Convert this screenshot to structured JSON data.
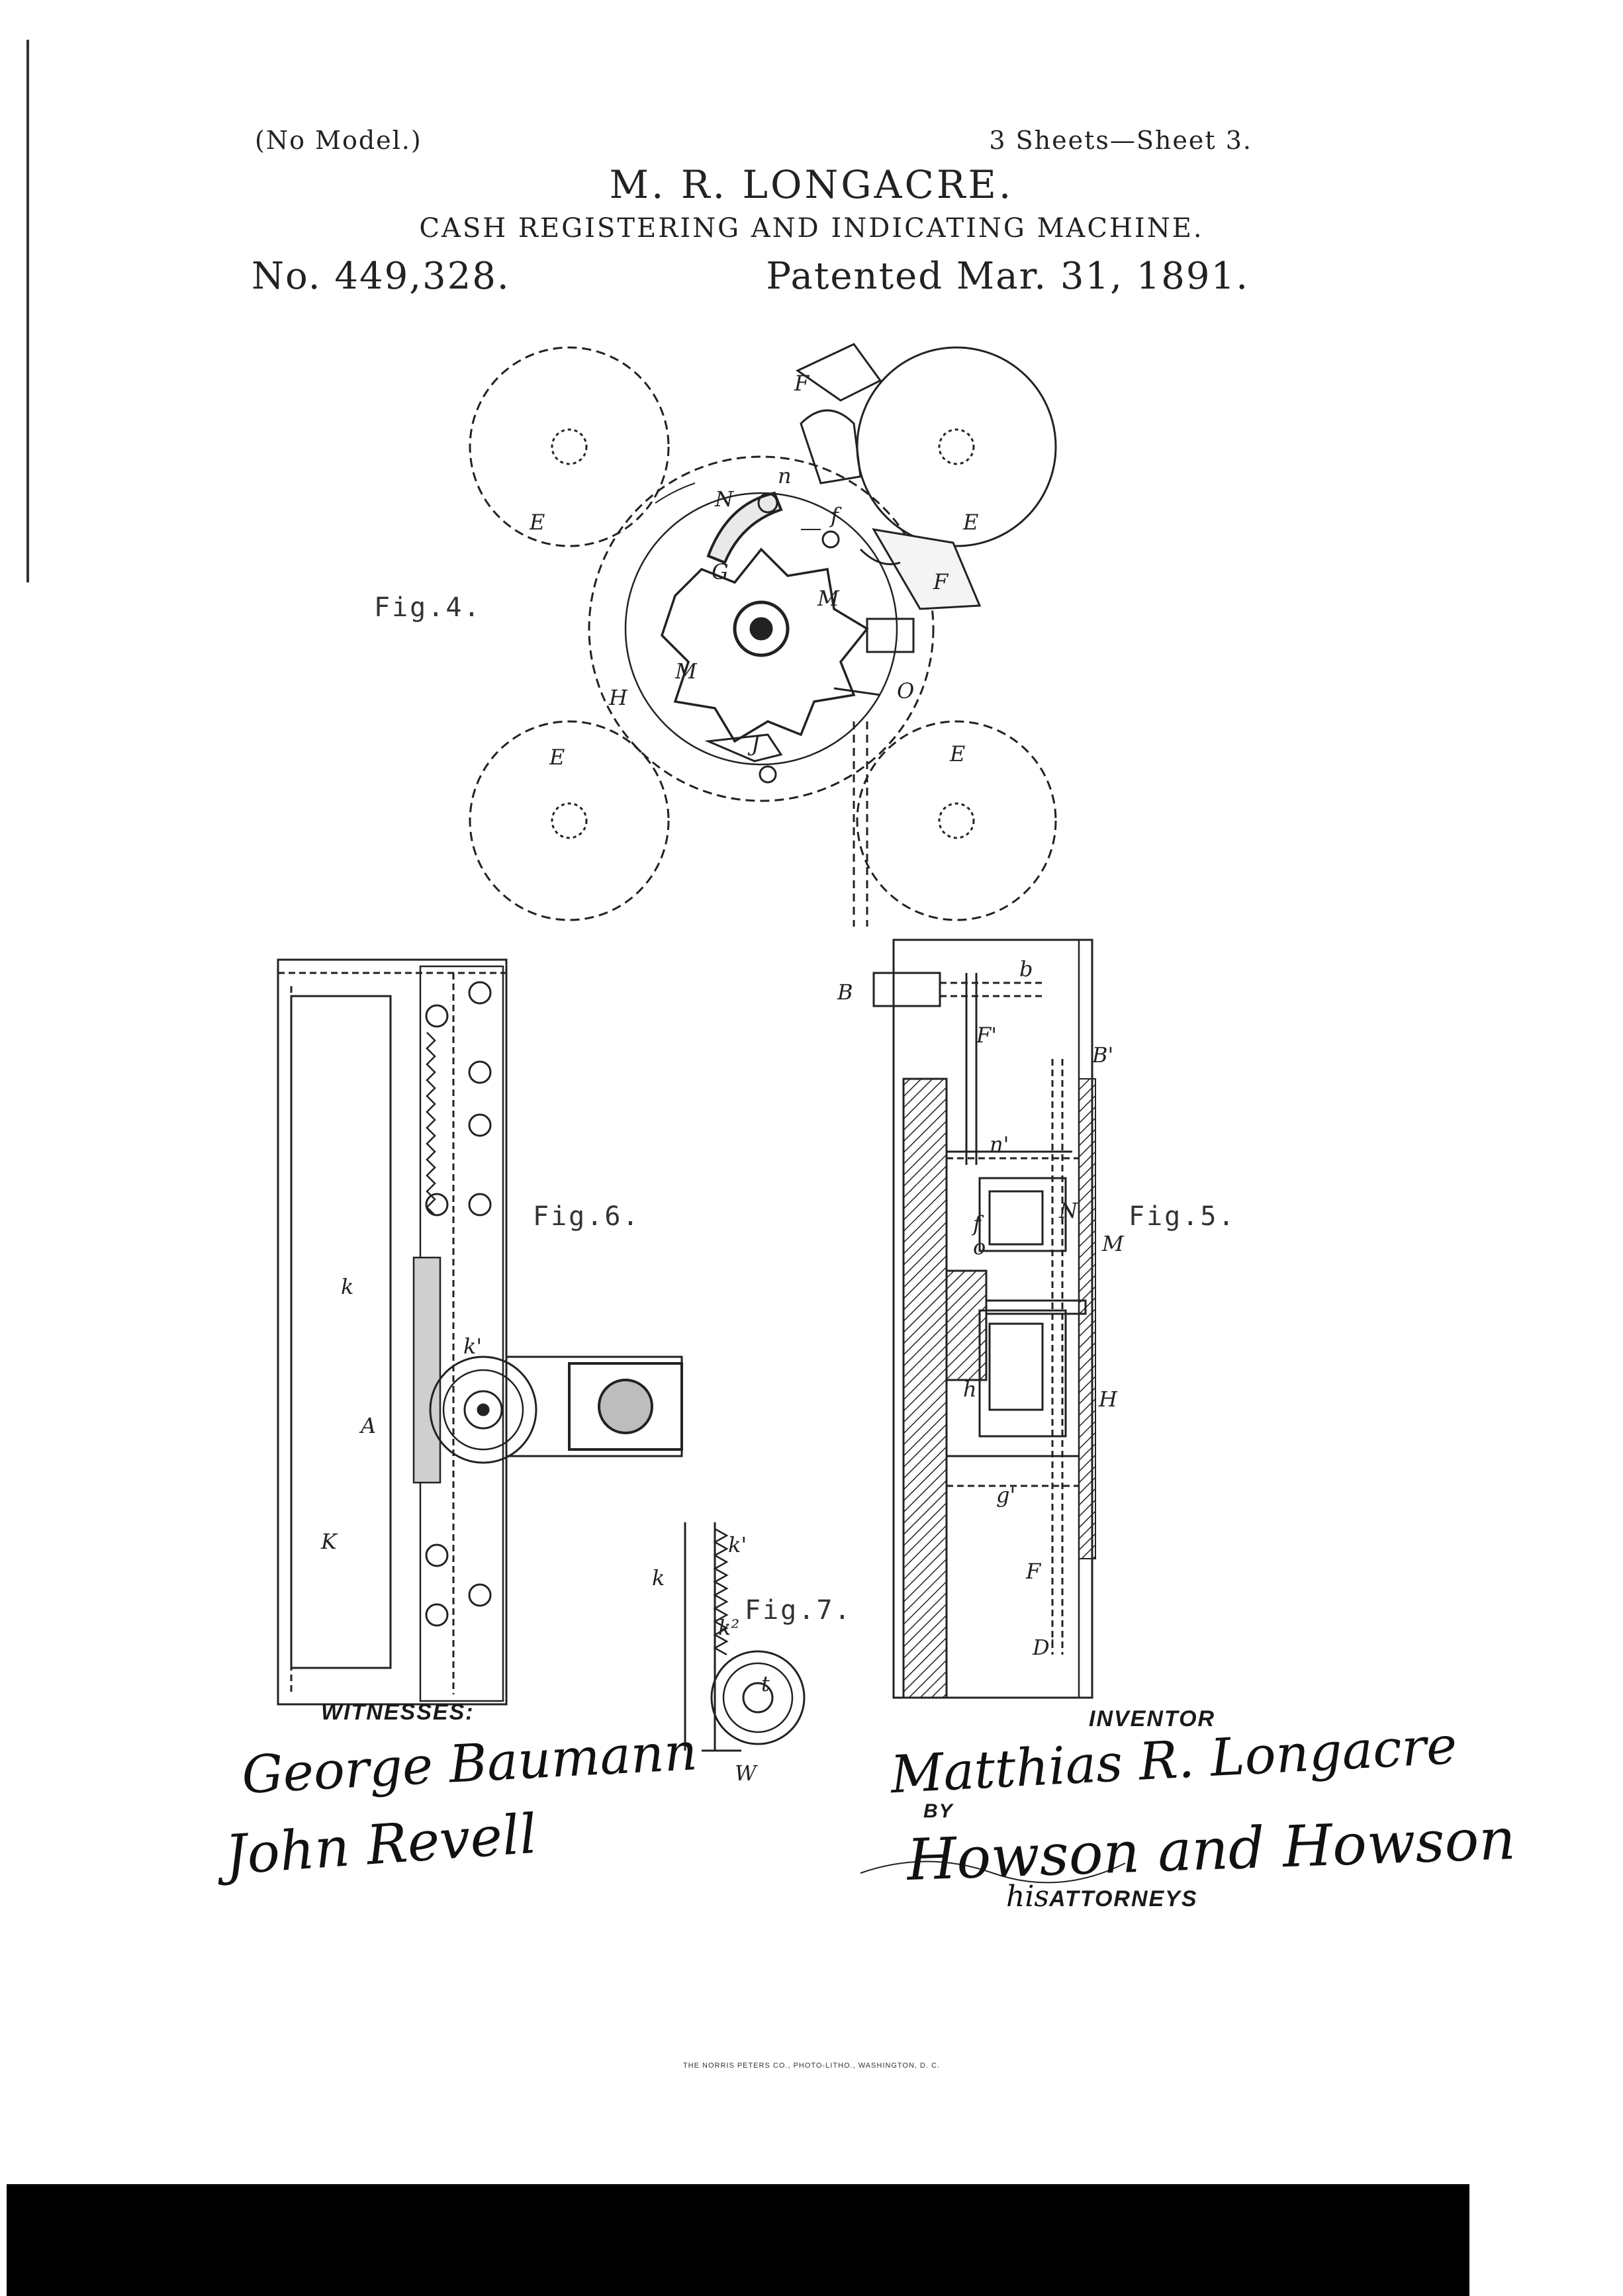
{
  "header": {
    "no_model": "(No Model.)",
    "sheets": "3 Sheets—Sheet 3.",
    "inventor_name": "M. R. LONGACRE.",
    "title": "CASH REGISTERING AND INDICATING MACHINE.",
    "patent_number": "No. 449,328.",
    "patent_date": "Patented Mar. 31, 1891."
  },
  "figures": {
    "fig4": {
      "label": "Fig.4.",
      "parts": [
        "E",
        "E",
        "E",
        "E",
        "F",
        "F",
        "N",
        "n",
        "f",
        "G",
        "M",
        "M",
        "H",
        "O",
        "J"
      ]
    },
    "fig5": {
      "label": "Fig.5.",
      "parts": [
        "B",
        "b",
        "B'",
        "F'",
        "n'",
        "f",
        "N",
        "M",
        "o",
        "h",
        "H",
        "g'",
        "F",
        "D'"
      ]
    },
    "fig6": {
      "label": "Fig.6.",
      "parts": [
        "k",
        "k'",
        "A",
        "K"
      ]
    },
    "fig7": {
      "label": "Fig.7.",
      "parts": [
        "k",
        "k'",
        "k²",
        "t",
        "W"
      ]
    }
  },
  "signatures": {
    "witnesses_label": "WITNESSES:",
    "witness_1": "George Baumann",
    "witness_2": "John Revell",
    "inventor_label": "INVENTOR",
    "inventor": "Matthias R. Longacre",
    "by_label": "BY",
    "attorneys": "Howson and Howson",
    "his_label": "his",
    "attorneys_label": "ATTORNEYS"
  },
  "footer": {
    "printer": "THE NORRIS PETERS CO., PHOTO-LITHO., WASHINGTON, D. C."
  }
}
